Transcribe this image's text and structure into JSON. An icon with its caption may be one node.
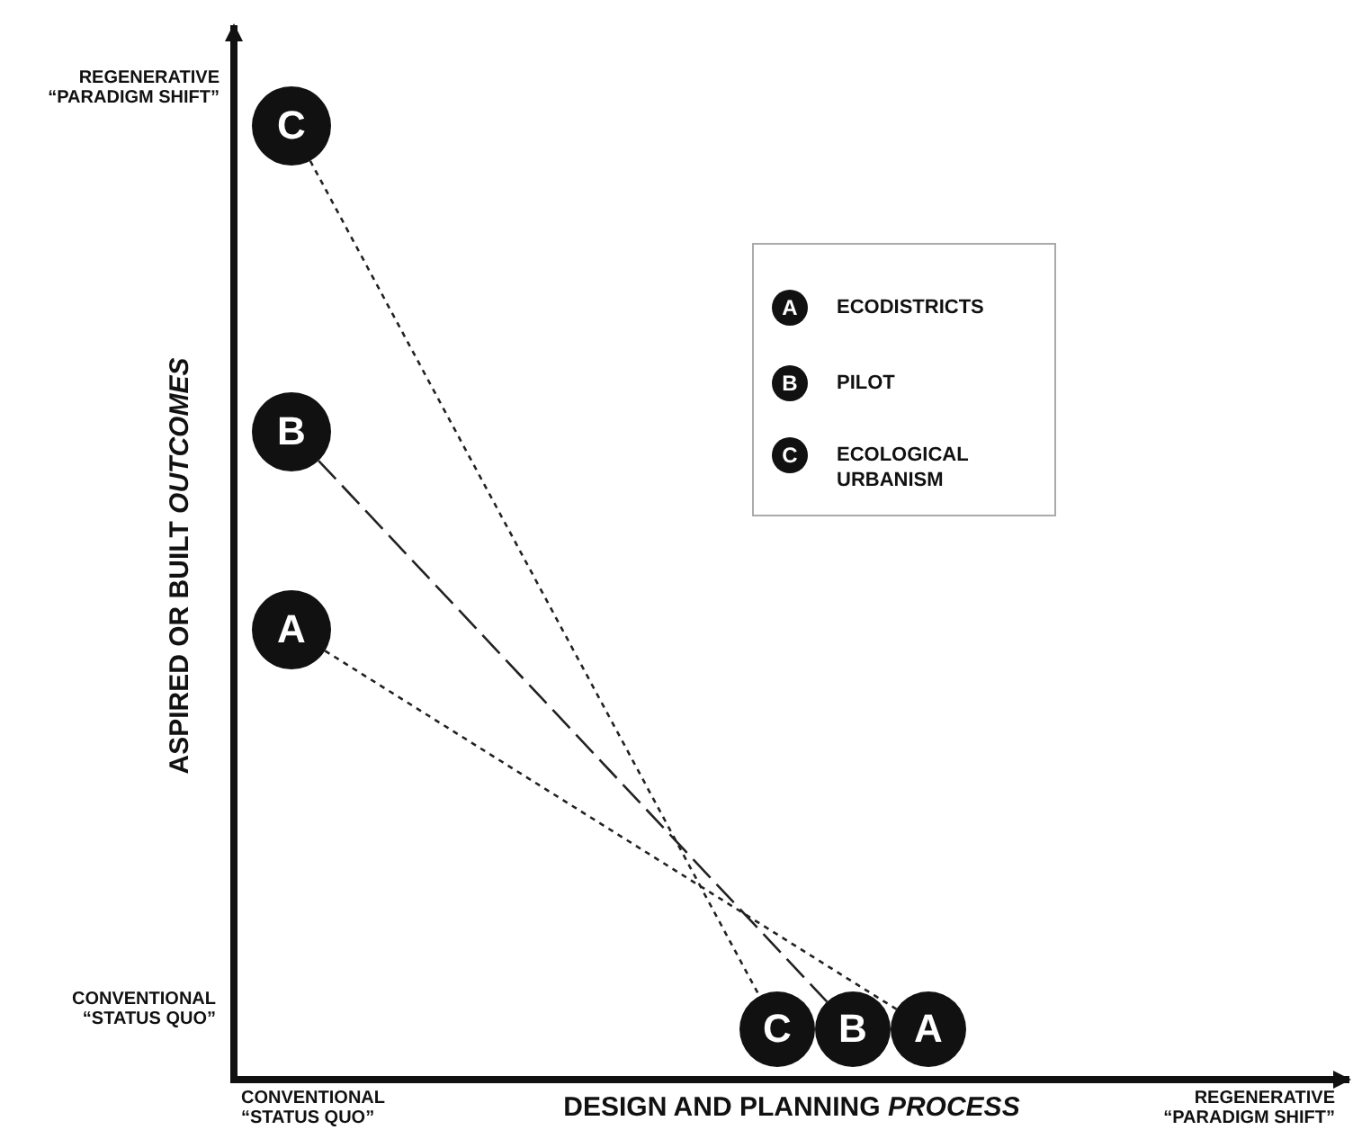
{
  "diagram": {
    "nodes": [
      {
        "text": [
          "C"
        ]
      },
      {
        "text": [
          "B"
        ]
      },
      {
        "text": [
          "A"
        ]
      },
      {
        "text": [
          "C"
        ]
      },
      {
        "text": [
          "B"
        ]
      },
      {
        "text": [
          "A"
        ]
      },
      {
        "text": [],
        "shape": "box"
      },
      {
        "text": [
          "A"
        ],
        "beside": [
          "ECODISTRICTS"
        ],
        "in": 6
      },
      {
        "text": [
          "B"
        ],
        "beside": [
          "PILOT"
        ],
        "in": 6
      },
      {
        "text": [
          "C"
        ],
        "beside": [
          "ECOLOGICAL URBANISM"
        ],
        "in": 6
      }
    ],
    "edges": [
      {
        "from": 0,
        "to": 3,
        "arrow": "none"
      },
      {
        "from": 1,
        "to": 4,
        "arrow": "none",
        "style": "dashed"
      },
      {
        "from": 2,
        "to": 5,
        "arrow": "none"
      }
    ],
    "labels": [
      "REGENERATIVE “PARADIGM SHIFT”",
      "ASPIRED OR BUILT *OUTCOMES*",
      "CONVENTIONAL “STATUS QUO”",
      "CONVENTIONAL “STATUS QUO”",
      "DESIGN AND PLANNING *PROCESS*",
      "REGENERATIVE “PARADIGM SHIFT”"
    ]
  }
}
